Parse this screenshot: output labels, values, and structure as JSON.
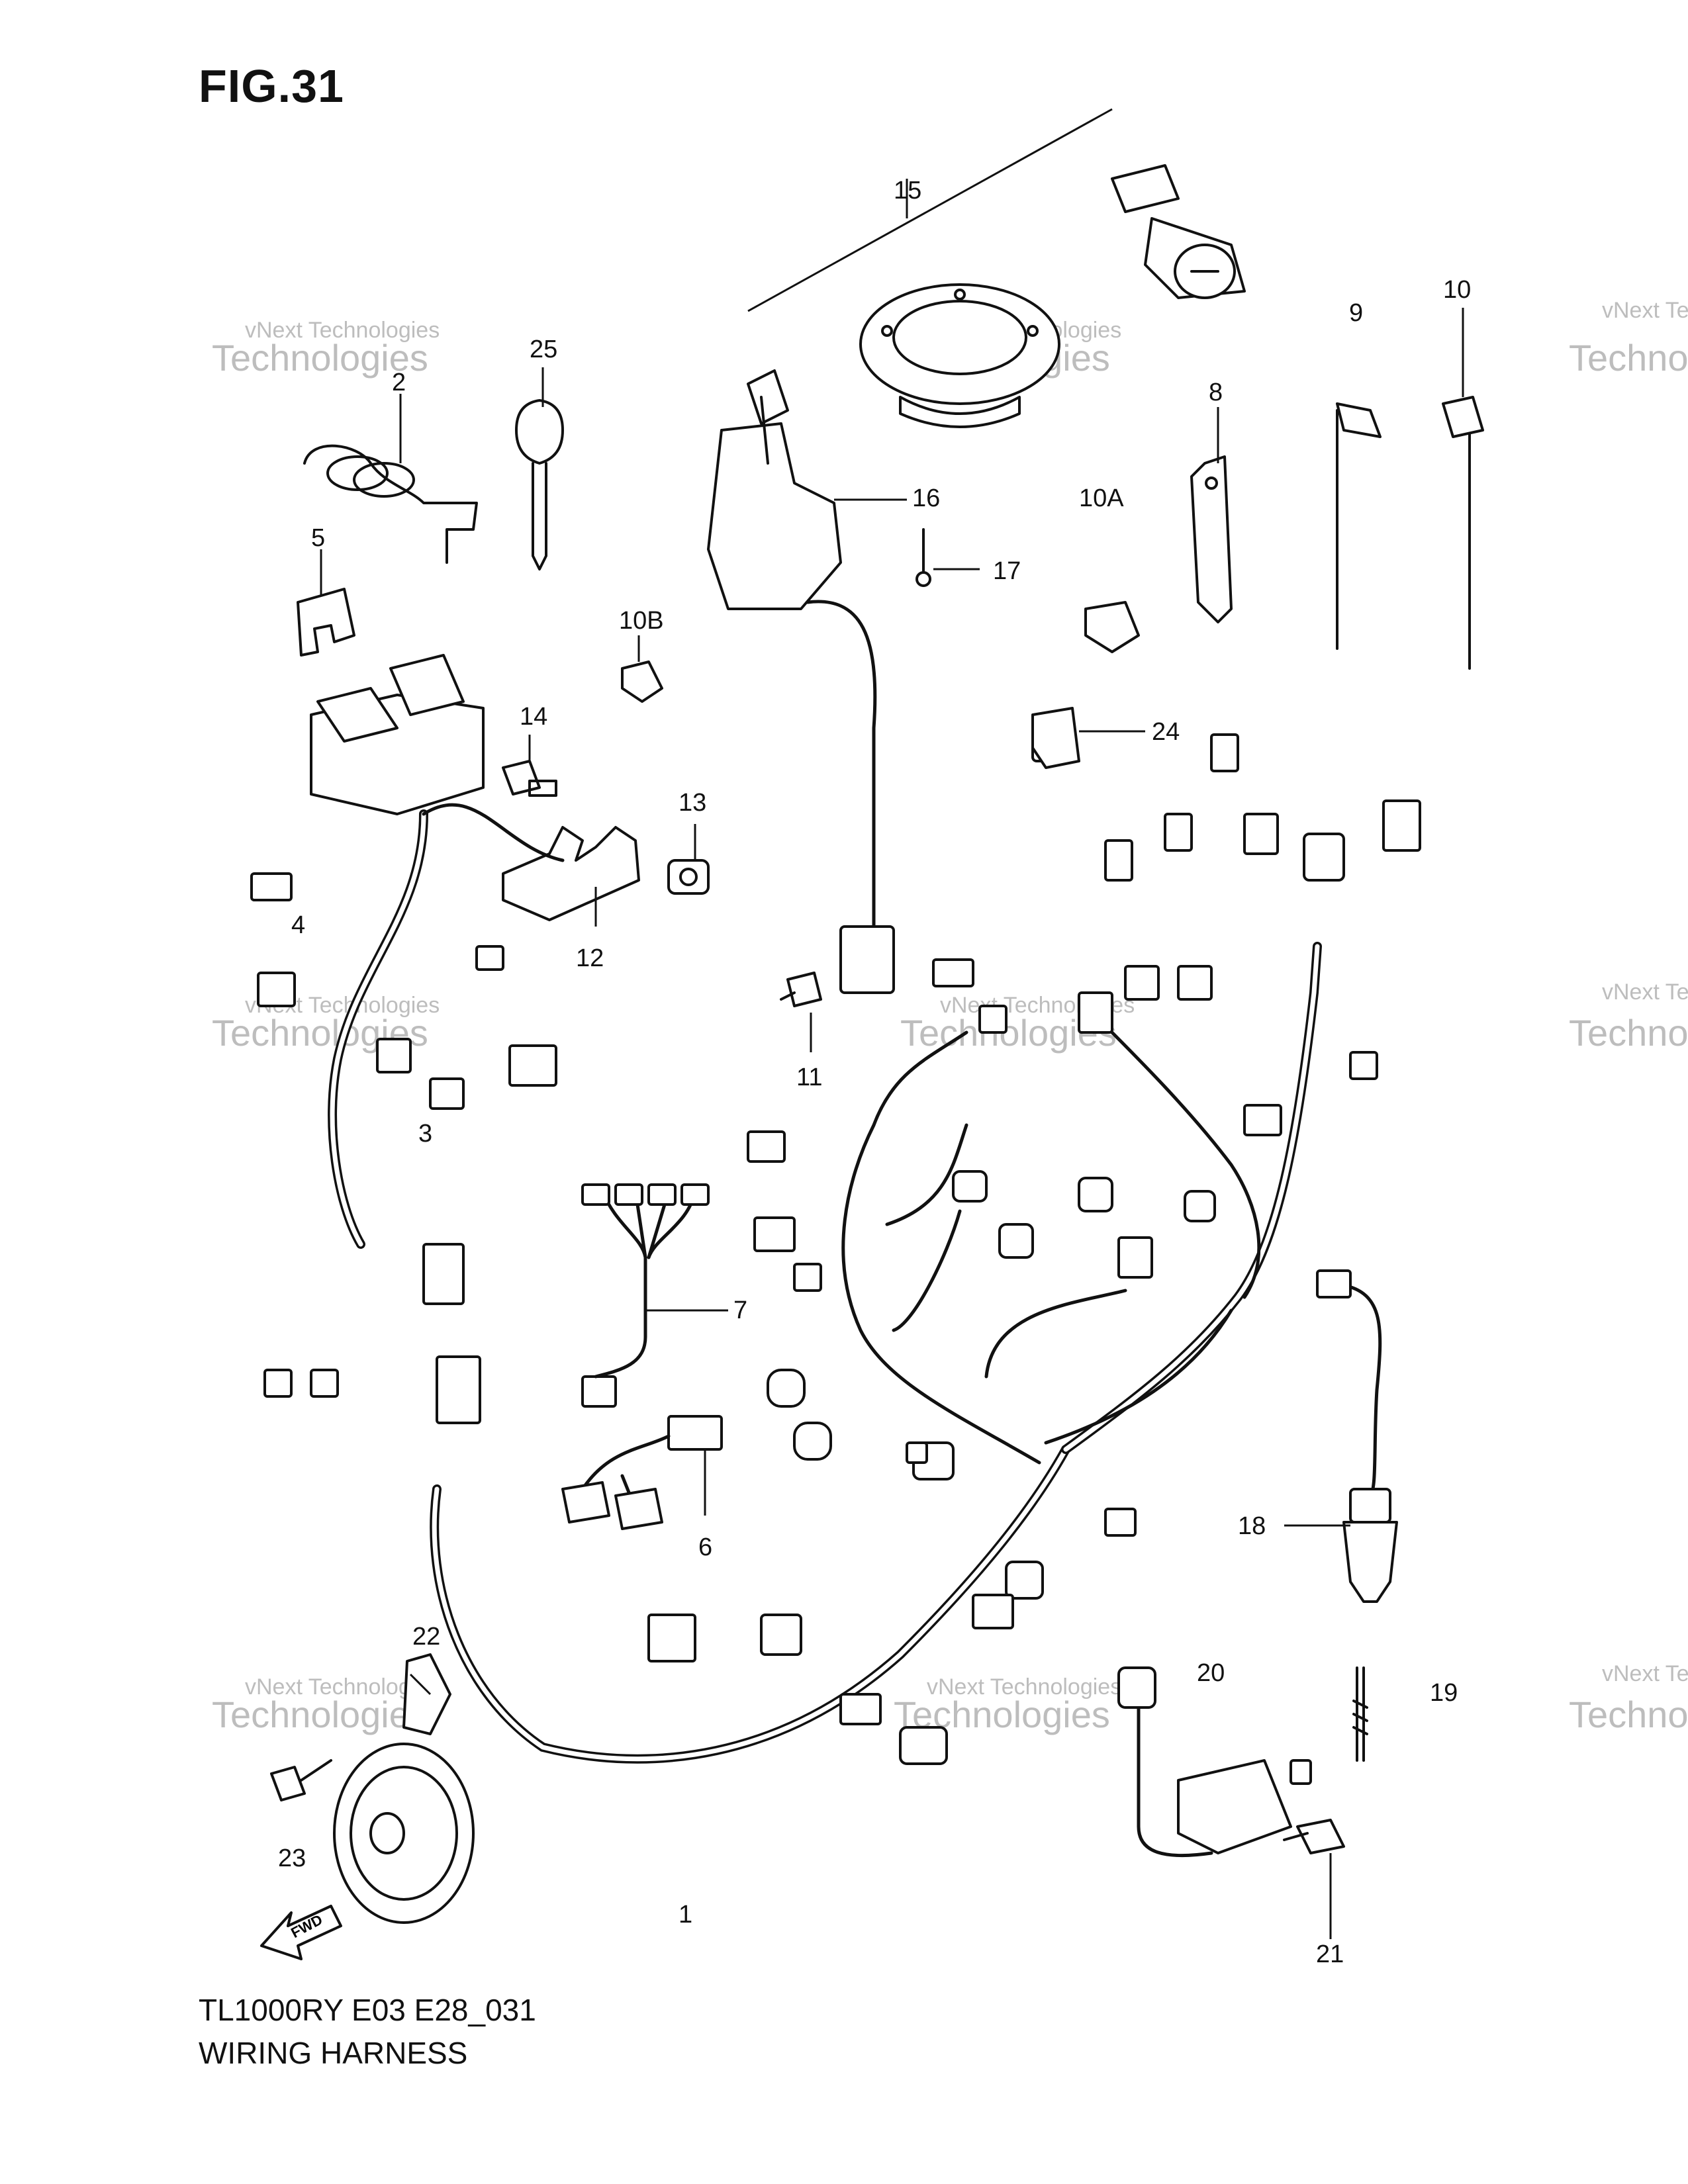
{
  "figure": {
    "title": "FIG.31",
    "model": "TL1000RY E03 E28_031",
    "caption": "WIRING HARNESS",
    "fwd_label": "FWD"
  },
  "watermark": {
    "line1": "vNext Technologies",
    "line2": "Technologies"
  },
  "callouts": [
    "1",
    "2",
    "3",
    "4",
    "5",
    "6",
    "7",
    "8",
    "9",
    "10",
    "10A",
    "10B",
    "11",
    "12",
    "13",
    "14",
    "15",
    "16",
    "17",
    "18",
    "19",
    "20",
    "21",
    "22",
    "23",
    "24",
    "25"
  ]
}
